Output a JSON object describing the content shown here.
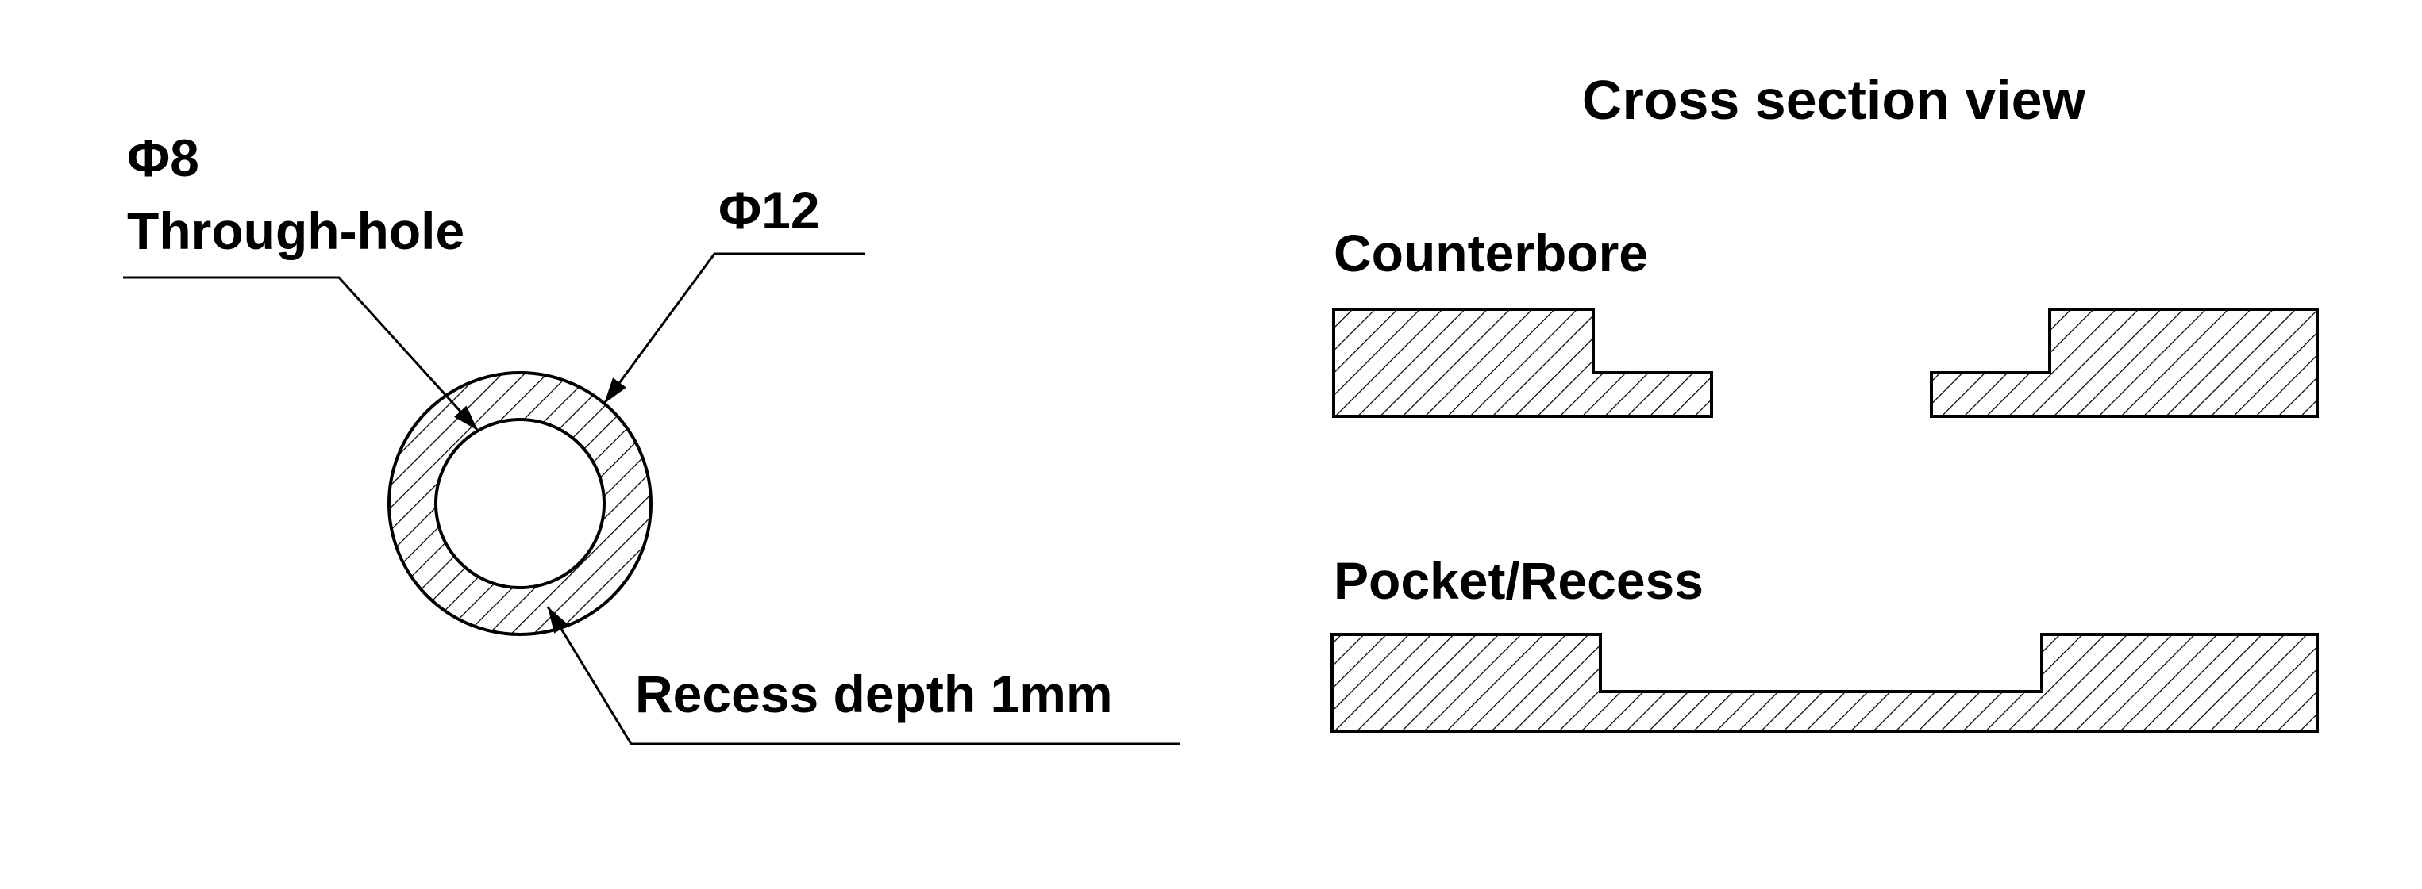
{
  "page": {
    "background": "#ffffff",
    "line_color": "#000000"
  },
  "plan_view": {
    "hole_diameter_label": "Φ8",
    "hole_name_label": "Through-hole",
    "counterbore_diameter_label": "Φ12",
    "recess_note_label": "Recess depth 1mm"
  },
  "cross_section": {
    "title": "Cross section view",
    "counterbore_label": "Counterbore",
    "pocket_label": "Pocket/Recess"
  }
}
